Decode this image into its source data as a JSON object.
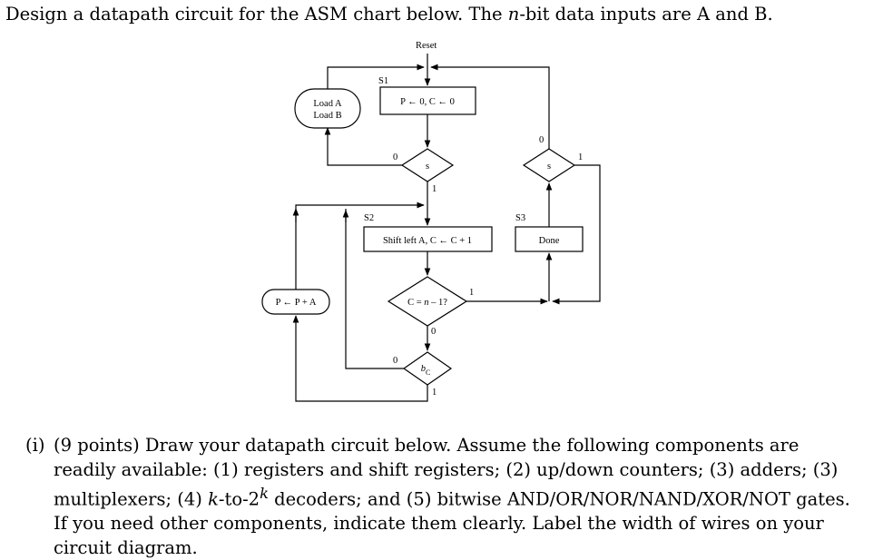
{
  "intro": {
    "before": "Design a datapath circuit for the ASM chart below. The ",
    "var": "n",
    "after": "-bit data inputs are A and B."
  },
  "asm": {
    "reset": "Reset",
    "states": {
      "s1": "S1",
      "s2": "S2",
      "s3": "S3"
    },
    "boxes": {
      "init": "P ← 0, C ← 0",
      "shift": "Shift left A, C ← C + 1",
      "done": "Done"
    },
    "conditional": {
      "load_a": "Load A",
      "load_b": "Load B",
      "add": "P ← P + A"
    },
    "decisions": {
      "s1_cond": "s",
      "count_prefix": "C = ",
      "count_var": "n",
      "count_suffix": " – 1?",
      "bit_var": "b",
      "bit_sub": "C",
      "s3_cond": "s"
    },
    "branch_labels": {
      "zero": "0",
      "one": "1"
    }
  },
  "question": {
    "number": "(i)",
    "text": "(9 points) Draw your datapath circuit below. Assume the following components are readily available: (1) registers and shift registers; (2) up/down counters; (3) adders; (3) multiplexers; (4) ",
    "k": "k",
    "decoder_mid": "-to-2",
    "k_sup": "k",
    "text_end": " decoders; and (5) bitwise AND/OR/NOR/NAND/XOR/NOT gates. If you need other components, indicate them clearly. Label the width of wires on your circuit diagram."
  }
}
